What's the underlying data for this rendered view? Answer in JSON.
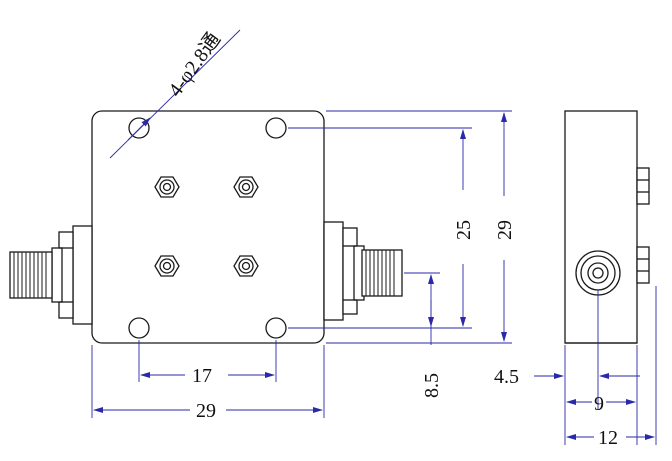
{
  "hole_note": "4-φ2.8通",
  "dimensions": {
    "body_width": "29",
    "body_height": "29",
    "hole_vertical_pitch": "25",
    "hole_horizontal_pitch": "17",
    "connector_offset": "8.5",
    "side_edge_offset": "4.5",
    "side_connector_position": "9",
    "side_depth": "12"
  },
  "colors": {
    "outline": "#1a1a1a",
    "dimension_lines": "#2a2aa8",
    "background": "#ffffff"
  }
}
